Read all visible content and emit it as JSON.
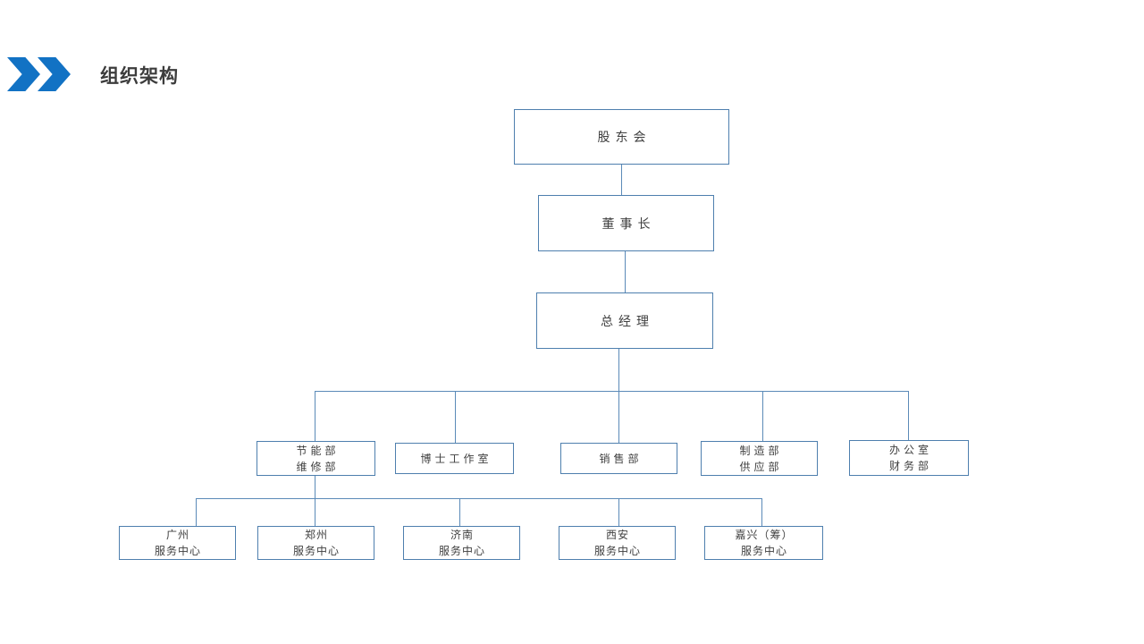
{
  "slide": {
    "title": "组织架构",
    "colors": {
      "chevron_blue": "#1272c4",
      "box_border": "#4e7fae",
      "connector_line": "#5b8ab8",
      "title_text": "#3c3c3c",
      "node_text": "#404040",
      "background": "#ffffff"
    }
  },
  "org_chart": {
    "nodes": {
      "shareholders": {
        "label": "股东会"
      },
      "chairman": {
        "label": "董事长"
      },
      "general_manager": {
        "label": "总经理"
      },
      "dept_energy": {
        "line1": "节能部",
        "line2": "维修部"
      },
      "dept_doctor_studio": {
        "label": "博士工作室"
      },
      "dept_sales": {
        "label": "销售部"
      },
      "dept_manufacturing": {
        "line1": "制造部",
        "line2": "供应部"
      },
      "dept_office": {
        "line1": "办公室",
        "line2": "财务部"
      },
      "center_guangzhou": {
        "line1": "广州",
        "line2": "服务中心"
      },
      "center_zhengzhou": {
        "line1": "郑州",
        "line2": "服务中心"
      },
      "center_jinan": {
        "line1": "济南",
        "line2": "服务中心"
      },
      "center_xian": {
        "line1": "西安",
        "line2": "服务中心"
      },
      "center_jiaxing": {
        "line1": "嘉兴（筹）",
        "line2": "服务中心"
      }
    }
  }
}
